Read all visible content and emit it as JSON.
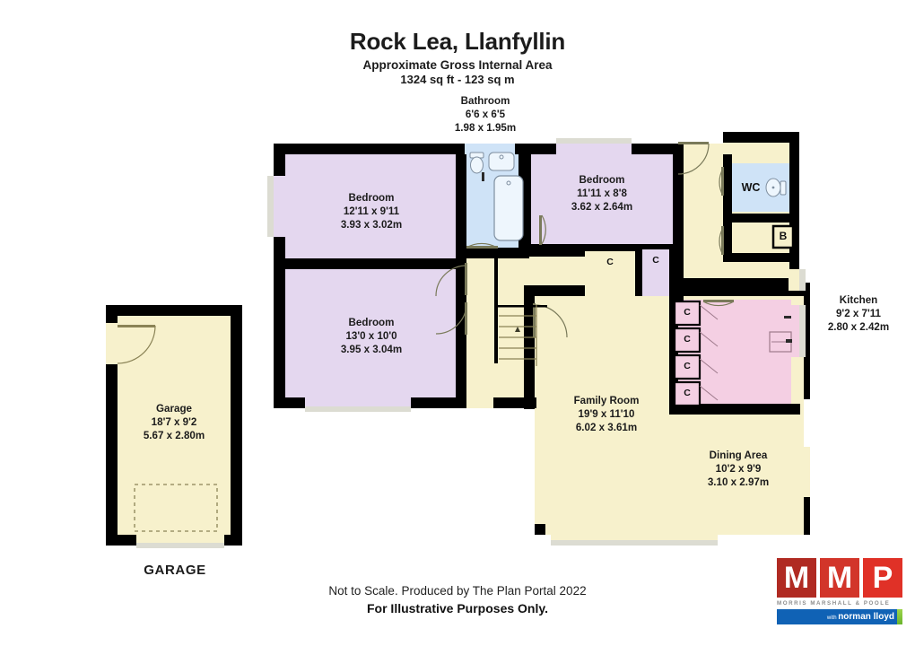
{
  "header": {
    "title": "Rock Lea, Llanfyllin",
    "subtitle": "Approximate Gross Internal Area",
    "area": "1324 sq ft - 123 sq m"
  },
  "rooms": {
    "bathroom": {
      "name": "Bathroom",
      "imperial": "6'6 x 6'5",
      "metric": "1.98 x 1.95m"
    },
    "bedroom1": {
      "name": "Bedroom",
      "imperial": "12'11 x 9'11",
      "metric": "3.93 x 3.02m"
    },
    "bedroom2": {
      "name": "Bedroom",
      "imperial": "11'11 x 8'8",
      "metric": "3.62 x 2.64m"
    },
    "bedroom3": {
      "name": "Bedroom",
      "imperial": "13'0 x 10'0",
      "metric": "3.95 x 3.04m"
    },
    "garage": {
      "name": "Garage",
      "imperial": "18'7 x 9'2",
      "metric": "5.67 x 2.80m"
    },
    "familyroom": {
      "name": "Family Room",
      "imperial": "19'9 x 11'10",
      "metric": "6.02 x 3.61m"
    },
    "dining": {
      "name": "Dining Area",
      "imperial": "10'2 x 9'9",
      "metric": "3.10 x 2.97m"
    },
    "kitchen": {
      "name": "Kitchen",
      "imperial": "9'2 x 7'11",
      "metric": "2.80 x 2.42m"
    }
  },
  "small_labels": {
    "wc": "WC",
    "boiler": "B",
    "cupboard": "C"
  },
  "captions": {
    "garage_caption": "GARAGE"
  },
  "footer": {
    "line1": "Not to Scale. Produced by The Plan Portal 2022",
    "line2": "For Illustrative Purposes Only."
  },
  "logo": {
    "letter1": "M",
    "letter2": "M",
    "letter3": "P",
    "company": "MORRIS MARSHALL & POOLE",
    "affiliate_prefix": "with ",
    "affiliate": "norman lloyd"
  },
  "colors": {
    "wall": "#000000",
    "bedroom_fill": "#e4d7ef",
    "living_fill": "#f7f1cc",
    "bathroom_fill": "#cfe3f7",
    "kitchen_fill": "#f4cfe3",
    "logo_red": "#d2352a",
    "logo_blue": "#1062b5"
  }
}
